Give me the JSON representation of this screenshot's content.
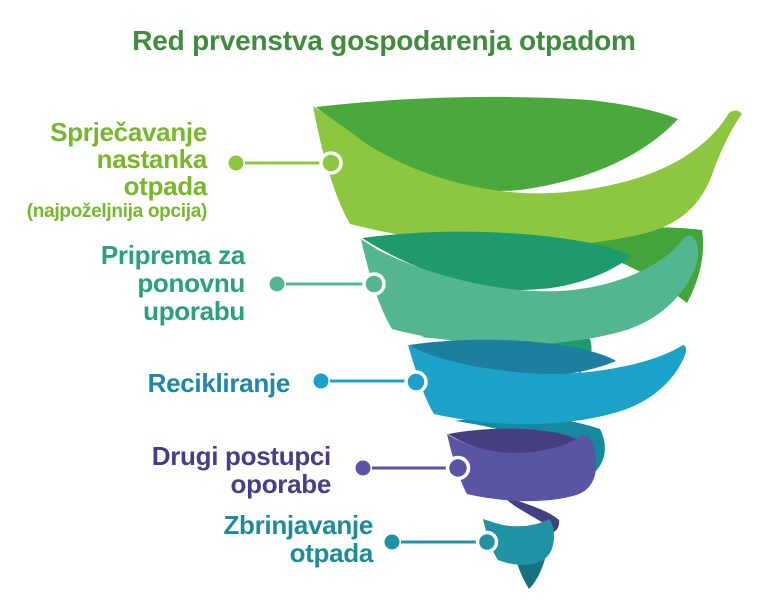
{
  "title": {
    "text": "Red prvenstva gospodarenja otpadom",
    "color": "#3E8C3C"
  },
  "items": [
    {
      "lines": [
        "Sprječavanje",
        "nastanka",
        "otpada"
      ],
      "note": "(najpoželjnija opcija)",
      "text_color": "#76B82A",
      "accent": "#8DC63F",
      "band_front": "#8DC63F",
      "band_back": "#4BA83C",
      "spiral": "#44A43C"
    },
    {
      "lines": [
        "Priprema za",
        "ponovnu",
        "uporabu"
      ],
      "note": "",
      "text_color": "#2AA07D",
      "accent": "#52B78E",
      "band_front": "#52B78E",
      "band_back": "#1E9A6C",
      "spiral": "#1E9A6C"
    },
    {
      "lines": [
        "Recikliranje"
      ],
      "note": "",
      "text_color": "#1F87A9",
      "accent": "#1CA2C9",
      "band_front": "#1CA2C9",
      "band_back": "#1D7FA0",
      "spiral": "#17899E"
    },
    {
      "lines": [
        "Drugi postupci",
        "oporabe"
      ],
      "note": "",
      "text_color": "#443F87",
      "accent": "#5A54A5",
      "band_front": "#5A54A5",
      "band_back": "#453F80",
      "spiral": "#453F80"
    },
    {
      "lines": [
        "Zbrinjavanje",
        "otpada"
      ],
      "note": "",
      "text_color": "#1C8C9B",
      "accent": "#1F93A3",
      "band_front": "#1F93A3",
      "band_back": "#16707E",
      "spiral": "#16707E"
    }
  ]
}
